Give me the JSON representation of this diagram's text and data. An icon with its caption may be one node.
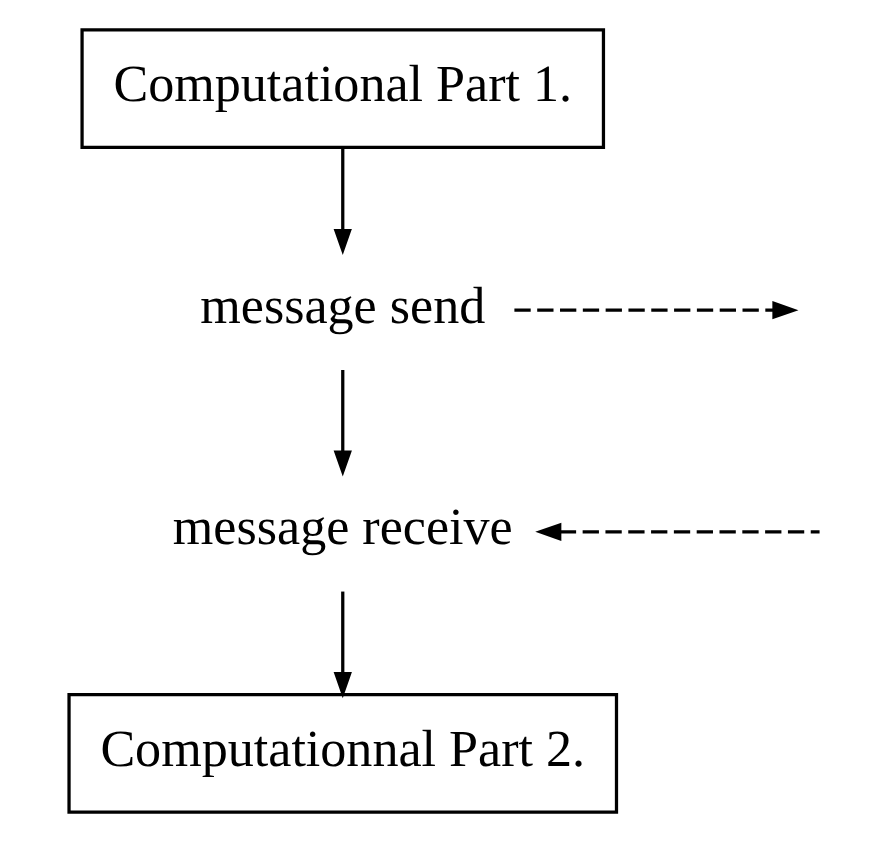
{
  "diagram": {
    "nodes": [
      {
        "text": [
          "Computational Part 1."
        ]
      },
      {
        "text": [
          "message send"
        ]
      },
      {
        "text": [
          "message receive"
        ]
      },
      {
        "text": [
          "Computationnal Part 2."
        ]
      }
    ],
    "edges": [
      {
        "from": 0,
        "to": 1,
        "arrow": "to"
      },
      {
        "from": 1,
        "to": 2,
        "arrow": "to"
      },
      {
        "from": 2,
        "to": 3,
        "arrow": "to"
      },
      {
        "from": 1,
        "to": null,
        "arrow": "to",
        "style": "dashed"
      },
      {
        "from": null,
        "to": 2,
        "arrow": "to",
        "style": "dashed"
      }
    ]
  }
}
